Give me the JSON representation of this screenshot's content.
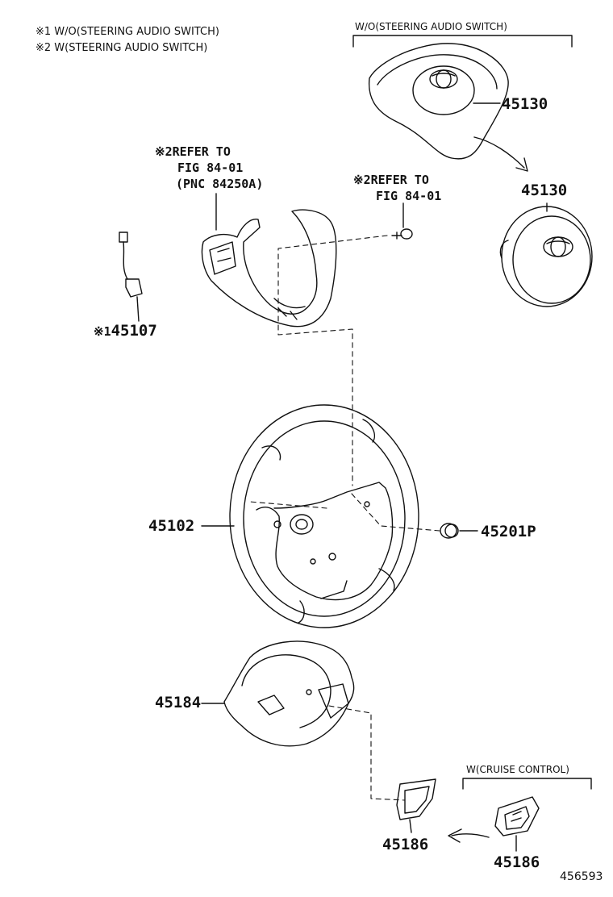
{
  "notes": [
    "※1 W/O(STEERING AUDIO SWITCH)",
    "※2 W(STEERING AUDIO SWITCH)"
  ],
  "groups": {
    "wo_audio": "W/O(STEERING AUDIO SWITCH)",
    "w_cruise": "W(CRUISE CONTROL)"
  },
  "refs": [
    {
      "prefix": "※2",
      "lines": [
        "REFER TO",
        "FIG 84-01",
        "(PNC 84250A)"
      ]
    },
    {
      "prefix": "※2",
      "lines": [
        "REFER TO",
        "FIG 84-01"
      ]
    }
  ],
  "parts": {
    "p45130_a": "45130",
    "p45130_b": "45130",
    "p45107": "45107",
    "p45107_prefix": "※1",
    "p45102": "45102",
    "p45201p": "45201P",
    "p45184": "45184",
    "p45186_a": "45186",
    "p45186_b": "45186"
  },
  "figure_id": "456593"
}
